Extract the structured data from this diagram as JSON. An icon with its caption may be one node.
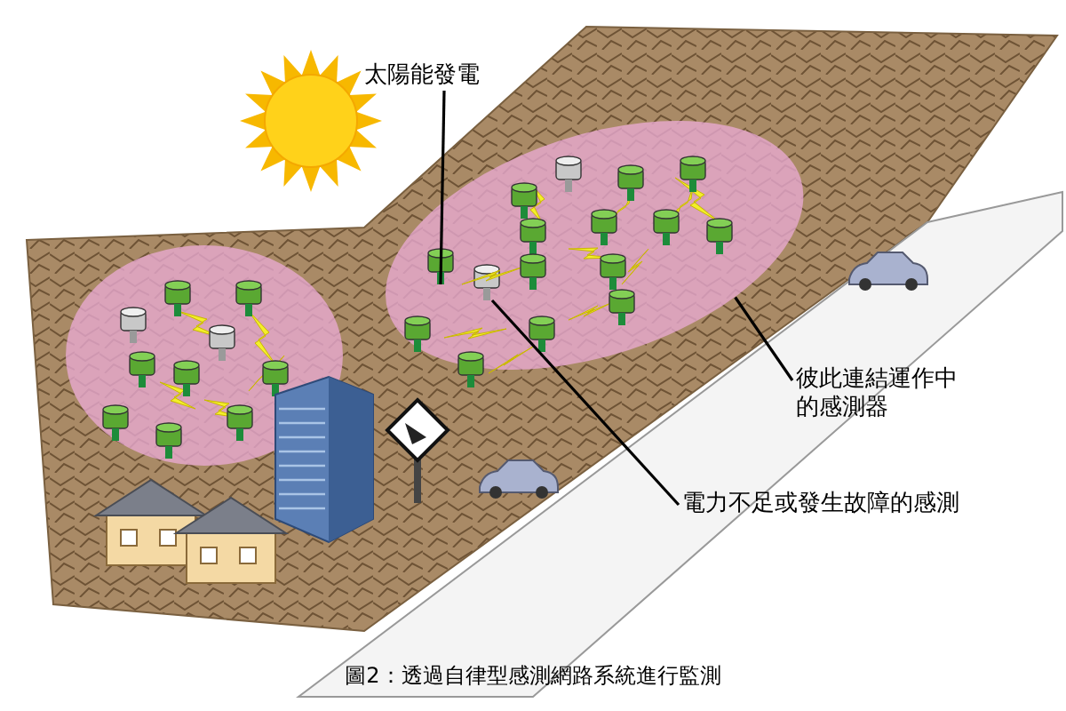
{
  "diagram": {
    "caption": "圖2：透過自律型感測網路系統進行監測",
    "nodes": [
      {
        "text": [
          "太陽能發電"
        ]
      },
      {
        "text": [],
        "shape": "cylinder",
        "in": 3
      },
      {
        "text": [
          "彼此連結運作中的感測器"
        ]
      },
      {
        "text": [],
        "shape": "circle"
      },
      {
        "text": [
          "電力不足或發生故障的感測"
        ]
      },
      {
        "text": [],
        "shape": "cylinder",
        "in": 3
      }
    ],
    "edges": [
      {
        "from": 0,
        "to": 1,
        "arrow": "none"
      },
      {
        "from": 2,
        "to": 3,
        "arrow": "none"
      },
      {
        "from": 4,
        "to": 5,
        "arrow": "none"
      }
    ]
  }
}
